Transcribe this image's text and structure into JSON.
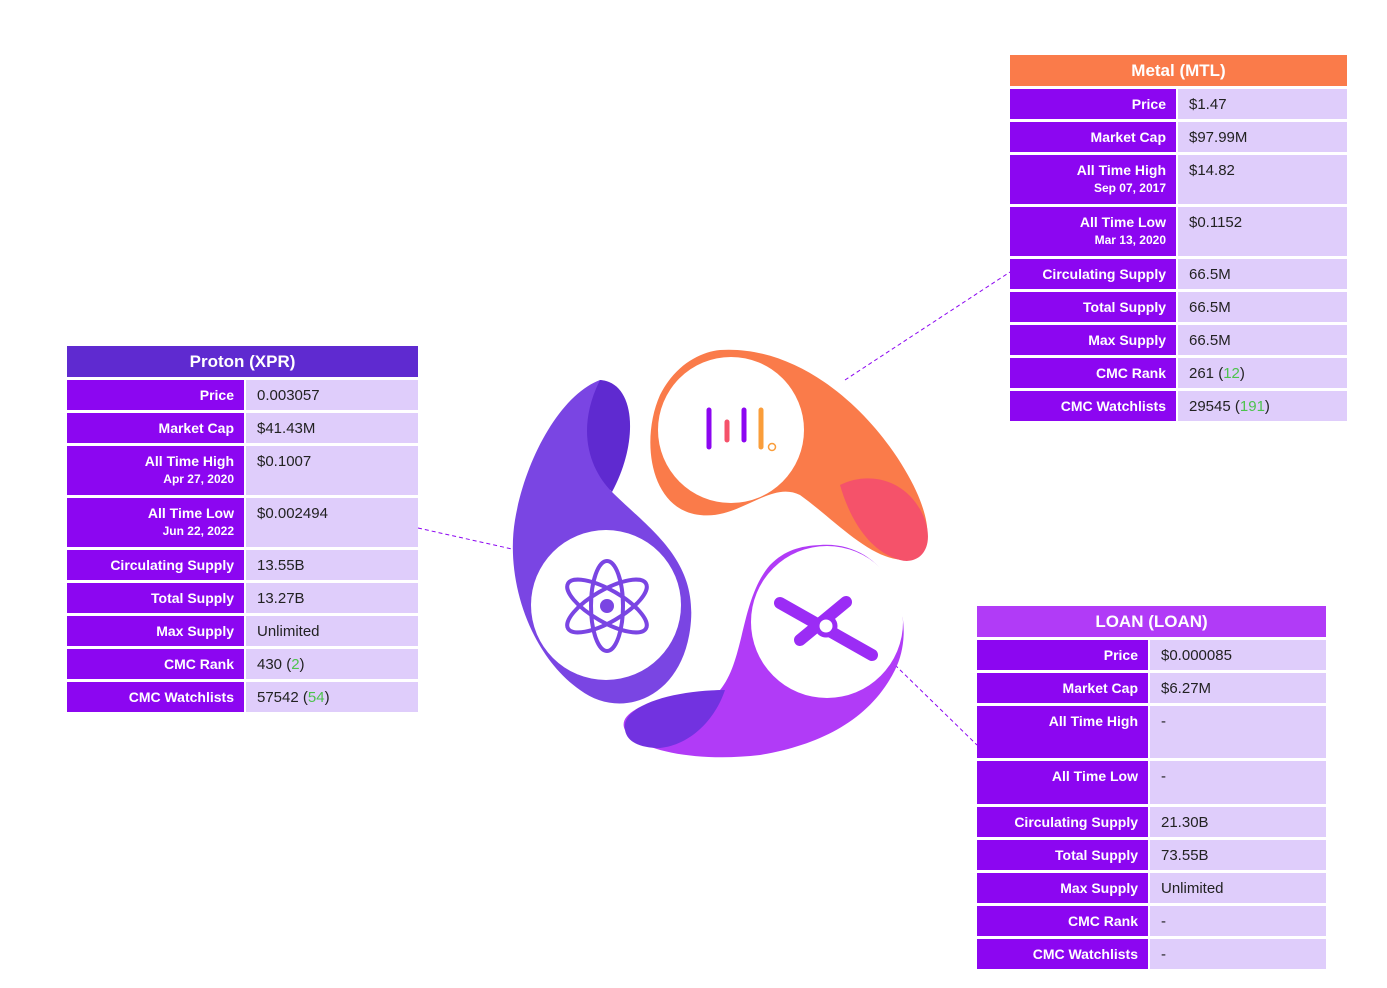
{
  "colors": {
    "label_bg": "#8c06f1",
    "value_bg": "#dfcdfb",
    "proton_header": "#5f2ad0",
    "metal_header": "#fa7b4a",
    "loan_header": "#b13bf7",
    "rank_change": "#4cc34c"
  },
  "icons": [
    "metal-logo-icon",
    "proton-atom-icon",
    "loan-logo-icon"
  ],
  "cards": {
    "proton": {
      "title": "Proton (XPR)",
      "rows": [
        {
          "label": "Price",
          "value": "0.003057"
        },
        {
          "label": "Market Cap",
          "value": "$41.43M"
        },
        {
          "label": "All Time High",
          "sub": "Apr 27, 2020",
          "value": "$0.1007"
        },
        {
          "label": "All Time Low",
          "sub": "Jun 22, 2022",
          "value": "$0.002494"
        },
        {
          "label": "Circulating Supply",
          "value": "13.55B"
        },
        {
          "label": "Total Supply",
          "value": "13.27B"
        },
        {
          "label": "Max Supply",
          "value": "Unlimited"
        },
        {
          "label": "CMC Rank",
          "value": "430",
          "change": "2"
        },
        {
          "label": "CMC Watchlists",
          "value": "57542",
          "change": "54"
        }
      ]
    },
    "metal": {
      "title": "Metal (MTL)",
      "rows": [
        {
          "label": "Price",
          "value": "$1.47"
        },
        {
          "label": "Market Cap",
          "value": "$97.99M"
        },
        {
          "label": "All Time High",
          "sub": "Sep 07, 2017",
          "value": "$14.82"
        },
        {
          "label": "All Time Low",
          "sub": "Mar 13, 2020",
          "value": "$0.1152"
        },
        {
          "label": "Circulating Supply",
          "value": "66.5M"
        },
        {
          "label": "Total Supply",
          "value": "66.5M"
        },
        {
          "label": "Max Supply",
          "value": "66.5M"
        },
        {
          "label": "CMC Rank",
          "value": "261",
          "change": "12"
        },
        {
          "label": "CMC Watchlists",
          "value": "29545",
          "change": "191"
        }
      ]
    },
    "loan": {
      "title": "LOAN (LOAN)",
      "rows": [
        {
          "label": "Price",
          "value": "$0.000085"
        },
        {
          "label": "Market Cap",
          "value": "$6.27M"
        },
        {
          "label": "All Time High",
          "value": "-"
        },
        {
          "label": "All Time Low",
          "value": "-"
        },
        {
          "label": "Circulating Supply",
          "value": "21.30B"
        },
        {
          "label": "Total Supply",
          "value": "73.55B"
        },
        {
          "label": "Max Supply",
          "value": "Unlimited"
        },
        {
          "label": "CMC Rank",
          "value": "-"
        },
        {
          "label": "CMC Watchlists",
          "value": "-"
        }
      ]
    }
  }
}
